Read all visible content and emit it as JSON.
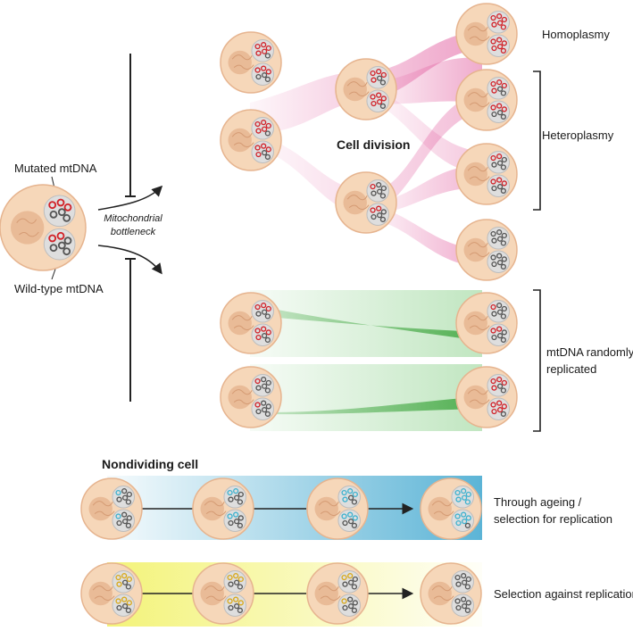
{
  "labels": {
    "mutated_mtdna": "Mutated mtDNA",
    "wildtype_mtdna": "Wild-type mtDNA",
    "bottleneck_line1": "Mitochondrial",
    "bottleneck_line2": "bottleneck",
    "cell_division": "Cell division",
    "homoplasmy": "Homoplasmy",
    "heteroplasmy": "Heteroplasmy",
    "random_line1": "mtDNA randomly",
    "random_line2": "replicated",
    "nondividing": "Nondividing cell",
    "ageing_line1": "Through ageing /",
    "ageing_line2": "selection for replication",
    "against": "Selection against replication"
  },
  "colors": {
    "cell_fill": "#f6d7b9",
    "cell_outline": "#e6b48f",
    "nucleus": "#e9bb97",
    "mito_fill": "#dedede",
    "mutated": "#d2232a",
    "wildtype": "#555555",
    "teal_mutant": "#3fb2cf",
    "yellow_mutant": "#d9a91c",
    "pink_band": "#e0559a",
    "green_band": "#4db84d",
    "blue_band": "#3fa7cf",
    "yellow_band": "#f2f26a"
  }
}
